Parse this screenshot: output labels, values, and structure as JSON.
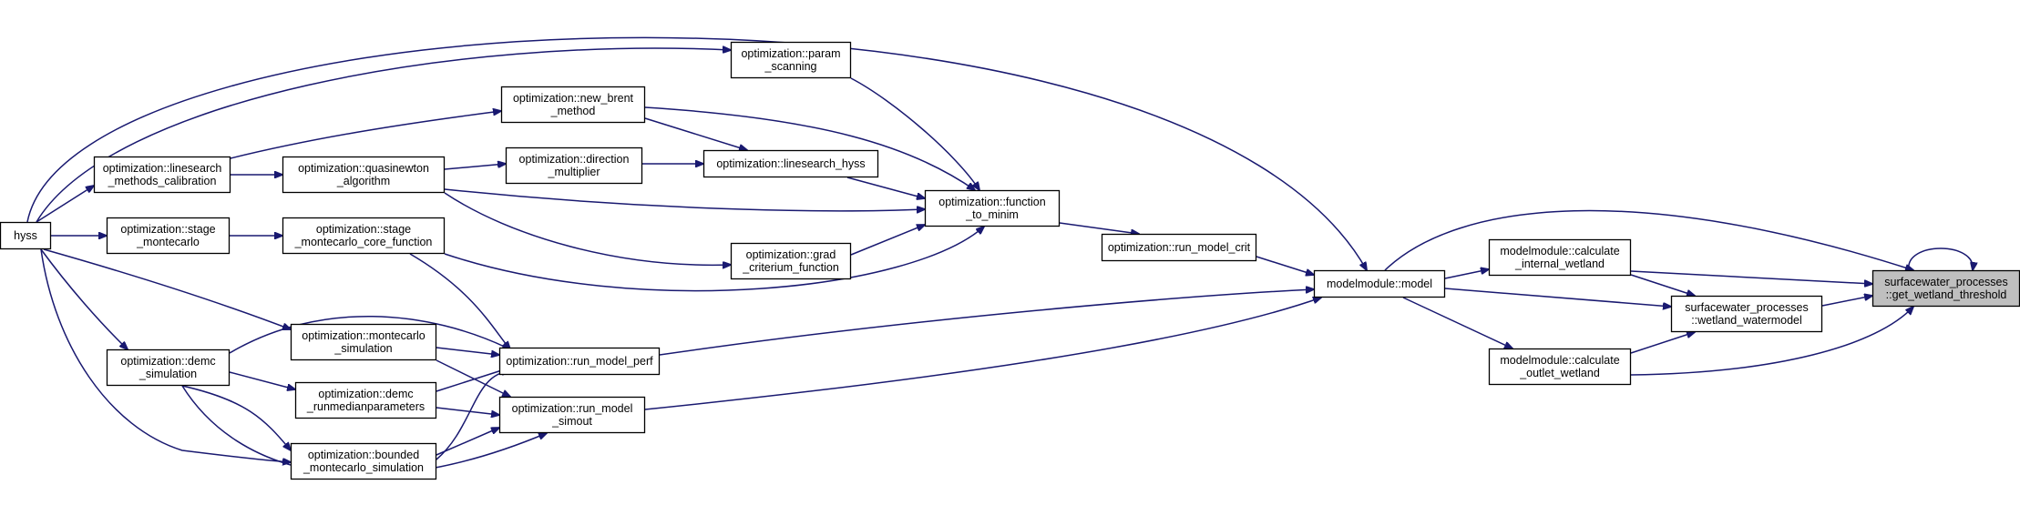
{
  "graph": {
    "nodes": [
      {
        "id": "hyss",
        "lines": [
          "hyss"
        ]
      },
      {
        "id": "ls_calib",
        "lines": [
          "optimization::linesearch",
          "_methods_calibration"
        ]
      },
      {
        "id": "stage_mc",
        "lines": [
          "optimization::stage",
          "_montecarlo"
        ]
      },
      {
        "id": "demc_sim",
        "lines": [
          "optimization::demc",
          "_simulation"
        ]
      },
      {
        "id": "quasinewton",
        "lines": [
          "optimization::quasinewton",
          "_algorithm"
        ]
      },
      {
        "id": "stage_core",
        "lines": [
          "optimization::stage",
          "_montecarlo_core_function"
        ]
      },
      {
        "id": "mc_sim",
        "lines": [
          "optimization::montecarlo",
          "_simulation"
        ]
      },
      {
        "id": "demc_runmed",
        "lines": [
          "optimization::demc",
          "_runmedianparameters"
        ]
      },
      {
        "id": "bounded_mc",
        "lines": [
          "optimization::bounded",
          "_montecarlo_simulation"
        ]
      },
      {
        "id": "new_brent",
        "lines": [
          "optimization::new_brent",
          "_method"
        ]
      },
      {
        "id": "direction",
        "lines": [
          "optimization::direction",
          "_multiplier"
        ]
      },
      {
        "id": "run_perf",
        "lines": [
          "optimization::run_model_perf"
        ]
      },
      {
        "id": "run_simout",
        "lines": [
          "optimization::run_model",
          "_simout"
        ]
      },
      {
        "id": "param_scan",
        "lines": [
          "optimization::param",
          "_scanning"
        ]
      },
      {
        "id": "ls_hyss",
        "lines": [
          "optimization::linesearch_hyss"
        ]
      },
      {
        "id": "grad",
        "lines": [
          "optimization::grad",
          "_criterium_function"
        ]
      },
      {
        "id": "func_minim",
        "lines": [
          "optimization::function",
          "_to_minim"
        ]
      },
      {
        "id": "run_crit",
        "lines": [
          "optimization::run_model_crit"
        ]
      },
      {
        "id": "model",
        "lines": [
          "modelmodule::model"
        ]
      },
      {
        "id": "calc_internal",
        "lines": [
          "modelmodule::calculate",
          "_internal_wetland"
        ]
      },
      {
        "id": "wetland_wm",
        "lines": [
          "surfacewater_processes",
          "::wetland_watermodel"
        ]
      },
      {
        "id": "calc_outlet",
        "lines": [
          "modelmodule::calculate",
          "_outlet_wetland"
        ]
      },
      {
        "id": "get_threshold",
        "lines": [
          "surfacewater_processes",
          "::get_wetland_threshold"
        ]
      }
    ]
  }
}
